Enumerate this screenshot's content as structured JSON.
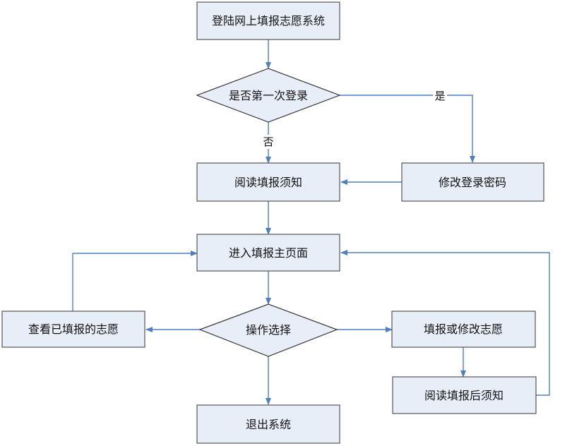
{
  "nodes": {
    "login_system": "登陆网上填报志愿系统",
    "first_login_question": "是否第一次登录",
    "read_instructions": "阅读填报须知",
    "change_password": "修改登录密码",
    "enter_main_page": "进入填报主页面",
    "choose_operation": "操作选择",
    "view_submitted": "查看已填报的志愿",
    "fill_or_modify": "填报或修改志愿",
    "read_after_instructions": "阅读填报后须知",
    "exit_system": "退出系统"
  },
  "edge_labels": {
    "yes": "是",
    "no": "否"
  },
  "colors": {
    "node_fill": "#e8eef7",
    "node_border": "#555555",
    "edge": "#4f7fc0",
    "text": "#111111"
  }
}
